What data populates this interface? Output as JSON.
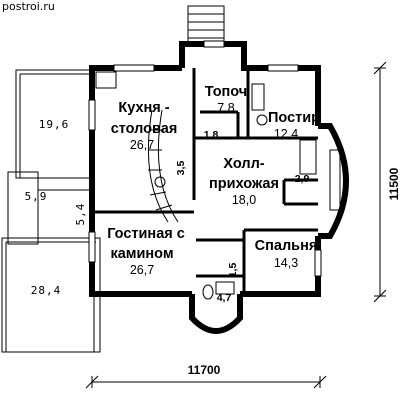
{
  "watermark": "postroi.ru",
  "rooms": {
    "kitchen": {
      "name_line1": "Кухня -",
      "name_line2": "столовая",
      "area": "26,7"
    },
    "furnace": {
      "name": "Топоч",
      "area": "7,8"
    },
    "laundry": {
      "name": "Постир",
      "area": "12,4"
    },
    "hall": {
      "name_line1": "Холл-",
      "name_line2": "прихожая",
      "area": "18,0"
    },
    "living": {
      "name_line1": "Гостиная с",
      "name_line2": "камином",
      "area": "26,7"
    },
    "bedroom": {
      "name": "Спальня",
      "area": "14,3"
    },
    "wc": {
      "area": "1,8"
    },
    "stair": {
      "area": "3,5"
    },
    "closet": {
      "area": "2,9"
    },
    "storage": {
      "area": "1,5"
    },
    "bath": {
      "area": "4,7"
    }
  },
  "terraces": {
    "upper": "19,6",
    "middle": "5,9",
    "link": "5,4",
    "lower": "28,4"
  },
  "dimensions": {
    "width": "11700",
    "height": "11500"
  }
}
